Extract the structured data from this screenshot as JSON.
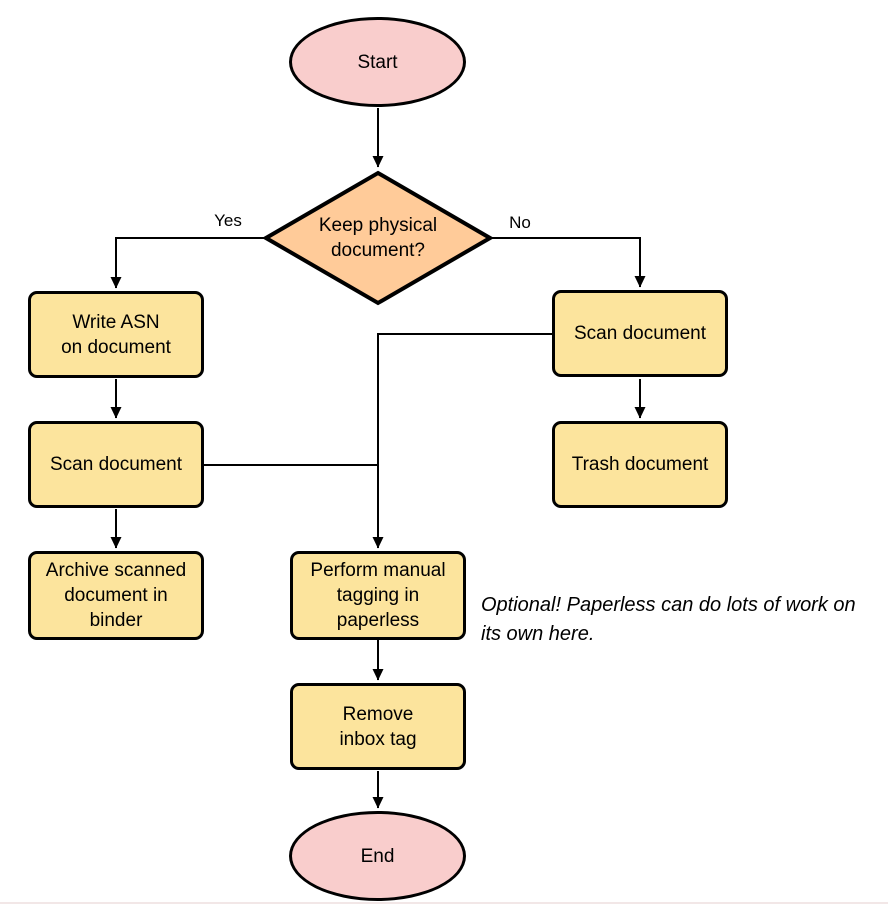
{
  "colors": {
    "terminal_fill": "#f9cdcc",
    "decision_fill": "#ffcb99",
    "process_fill": "#fce49d",
    "stroke": "#000000",
    "line": "#000000",
    "bottom_rule": "#f2e7e7"
  },
  "nodes": {
    "start": {
      "label": "Start"
    },
    "decision": {
      "label": [
        "Keep physical",
        "document?"
      ]
    },
    "write_asn": {
      "label": [
        "Write ASN",
        "on document"
      ]
    },
    "scan_left": {
      "label": "Scan document"
    },
    "archive": {
      "label": [
        "Archive scanned",
        "document in",
        "binder"
      ]
    },
    "scan_right": {
      "label": "Scan document"
    },
    "trash": {
      "label": "Trash document"
    },
    "tagging": {
      "label": [
        "Perform manual",
        "tagging in",
        "paperless"
      ]
    },
    "remove_inbox": {
      "label": [
        "Remove",
        "inbox tag"
      ]
    },
    "end": {
      "label": "End"
    }
  },
  "edge_labels": {
    "yes": "Yes",
    "no": "No"
  },
  "annotation": {
    "text": [
      "Optional! Paperless can do lots of work on",
      "its own here."
    ]
  }
}
